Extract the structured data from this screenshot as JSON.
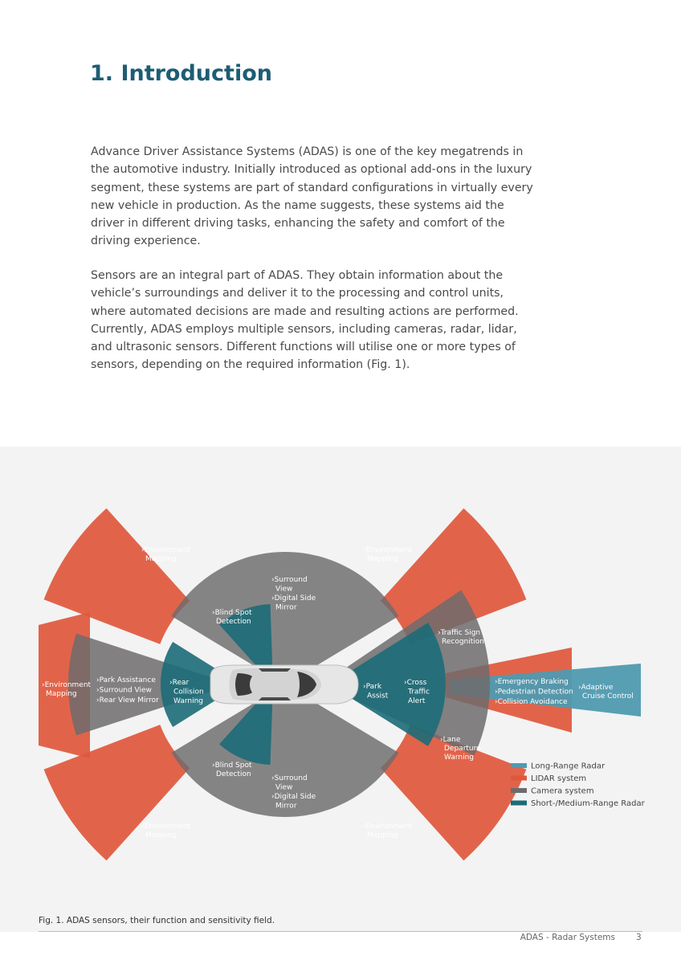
{
  "heading": "1. Introduction",
  "paragraphs": [
    "Advance Driver Assistance Systems (ADAS) is one of the key megatrends in the automotive industry. Initially introduced as optional add-ons in the luxury segment, these systems are part of standard configurations in virtually every new vehicle in production. As the name suggests, these systems aid the driver in different driving tasks, enhancing the safety and comfort of the driving experience.",
    "Sensors are an integral part of ADAS. They obtain information about the vehicle’s surroundings and deliver it to the processing and control units, where automated decisions are made and resulting actions are performed. Currently, ADAS employs multiple sensors, including cameras, radar, lidar, and ultrasonic sensors. Different functions will utilise one or more types of sensors, depending on the required information (Fig. 1)."
  ],
  "figure": {
    "colors": {
      "long_range_radar": "#4f9ab0",
      "lidar": "#e0583c",
      "camera": "#6d6b6c",
      "short_medium_radar": "#1c6b78",
      "background": "#f3f3f3"
    },
    "labels": {
      "env_top_left": [
        "›Environment",
        "Mapping"
      ],
      "env_top_right": [
        "›Environment",
        "Mapping"
      ],
      "env_left": [
        "›Environment",
        "Mapping"
      ],
      "env_bottom_left": [
        "›Environment",
        "Mapping"
      ],
      "env_bottom_right": [
        "›Environment",
        "Mapping"
      ],
      "surround_top": [
        "›Surround",
        "View",
        "›Digital Side",
        "Mirror"
      ],
      "surround_bottom": [
        "›Surround",
        "View",
        "›Digital Side",
        "Mirror"
      ],
      "blind_spot_top": [
        "›Blind Spot",
        "Detection"
      ],
      "blind_spot_bottom": [
        "›Blind Spot",
        "Detection"
      ],
      "rear_camera": [
        "›Park Assistance",
        "›Surround View",
        "›Rear View Mirror"
      ],
      "rear_collision": [
        "›Rear",
        "Collision",
        "Warning"
      ],
      "park_assist": [
        "›Park",
        "Assist"
      ],
      "cross_traffic": [
        "›Cross",
        "Traffic",
        "Alert"
      ],
      "traffic_sign": [
        "›Traffic Sign",
        "Recognition"
      ],
      "lane_departure": [
        "›Lane",
        "Departure",
        "Warning"
      ],
      "front_lidar": [
        "›Emergency Braking",
        "›Pedestrian Detection",
        "›Collision Avoidance"
      ],
      "acc": [
        "›Adaptive",
        "Cruise Control"
      ]
    },
    "legend": [
      {
        "label": "Long-Range Radar",
        "color": "#4f9ab0"
      },
      {
        "label": "LIDAR system",
        "color": "#e0583c"
      },
      {
        "label": "Camera system",
        "color": "#6d6b6c"
      },
      {
        "label": "Short-/Medium-Range Radar",
        "color": "#1c6b78"
      }
    ]
  },
  "caption": "Fig. 1. ADAS sensors, their function and sensitivity field.",
  "footer": {
    "title": "ADAS  -  Radar Systems",
    "page": "3"
  }
}
